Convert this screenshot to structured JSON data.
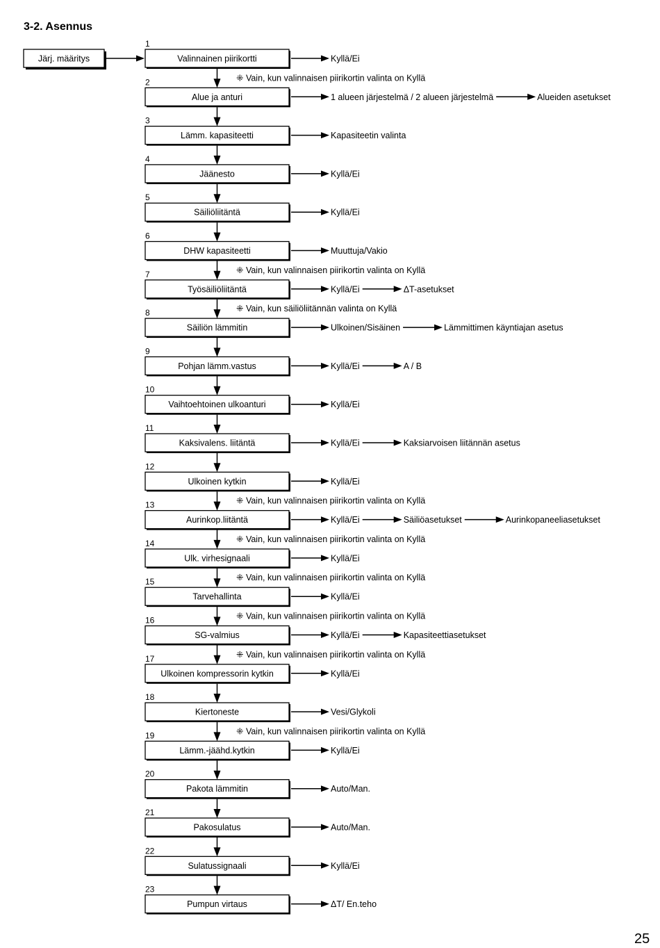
{
  "title": "3-2. Asennus",
  "page_number": "25",
  "start_box": "Järj. määritys",
  "steps": [
    {
      "num": "1",
      "label": "Valinnainen piirikortti",
      "note": "",
      "chain": [
        "Kyllä/Ei"
      ]
    },
    {
      "num": "2",
      "label": "Alue ja anturi",
      "note": "⁜ Vain, kun valinnaisen piirikortin valinta on Kyllä",
      "chain": [
        "1 alueen järjestelmä / 2 alueen järjestelmä",
        "Alueiden asetukset"
      ]
    },
    {
      "num": "3",
      "label": "Lämm. kapasiteetti",
      "note": "",
      "chain": [
        "Kapasiteetin valinta"
      ]
    },
    {
      "num": "4",
      "label": "Jäänesto",
      "note": "",
      "chain": [
        "Kyllä/Ei"
      ]
    },
    {
      "num": "5",
      "label": "Säiliöliitäntä",
      "note": "",
      "chain": [
        "Kyllä/Ei"
      ]
    },
    {
      "num": "6",
      "label": "DHW kapasiteetti",
      "note": "",
      "chain": [
        "Muuttuja/Vakio"
      ]
    },
    {
      "num": "7",
      "label": "Työsäiliöliitäntä",
      "note": "⁜ Vain, kun valinnaisen piirikortin valinta on Kyllä",
      "chain": [
        "Kyllä/Ei",
        "ΔT-asetukset"
      ]
    },
    {
      "num": "8",
      "label": "Säiliön lämmitin",
      "note": "⁜ Vain, kun säiliöliitännän valinta on Kyllä",
      "chain": [
        "Ulkoinen/Sisäinen",
        "Lämmittimen käyntiajan asetus"
      ]
    },
    {
      "num": "9",
      "label": "Pohjan lämm.vastus",
      "note": "",
      "chain": [
        "Kyllä/Ei",
        "A / B"
      ]
    },
    {
      "num": "10",
      "label": "Vaihtoehtoinen ulkoanturi",
      "note": "",
      "chain": [
        "Kyllä/Ei"
      ]
    },
    {
      "num": "11",
      "label": "Kaksivalens. liitäntä",
      "note": "",
      "chain": [
        "Kyllä/Ei",
        "Kaksiarvoisen liitännän asetus"
      ]
    },
    {
      "num": "12",
      "label": "Ulkoinen kytkin",
      "note": "",
      "chain": [
        "Kyllä/Ei"
      ]
    },
    {
      "num": "13",
      "label": "Aurinkop.liitäntä",
      "note": "⁜ Vain, kun valinnaisen piirikortin valinta on Kyllä",
      "chain": [
        "Kyllä/Ei",
        "Säiliöasetukset",
        "Aurinkopaneeliasetukset"
      ]
    },
    {
      "num": "14",
      "label": "Ulk. virhesignaali",
      "note": "⁜ Vain, kun valinnaisen piirikortin valinta on Kyllä",
      "chain": [
        "Kyllä/Ei"
      ]
    },
    {
      "num": "15",
      "label": "Tarvehallinta",
      "note": "⁜ Vain, kun valinnaisen piirikortin valinta on Kyllä",
      "chain": [
        "Kyllä/Ei"
      ]
    },
    {
      "num": "16",
      "label": "SG-valmius",
      "note": "⁜ Vain, kun valinnaisen piirikortin valinta on Kyllä",
      "chain": [
        "Kyllä/Ei",
        "Kapasiteettiasetukset"
      ]
    },
    {
      "num": "17",
      "label": "Ulkoinen kompressorin kytkin",
      "note": "⁜ Vain, kun valinnaisen piirikortin valinta on Kyllä",
      "chain": [
        "Kyllä/Ei"
      ]
    },
    {
      "num": "18",
      "label": "Kiertoneste",
      "note": "",
      "chain": [
        "Vesi/Glykoli"
      ]
    },
    {
      "num": "19",
      "label": "Lämm.-jäähd.kytkin",
      "note": "⁜ Vain, kun valinnaisen piirikortin valinta on Kyllä",
      "chain": [
        "Kyllä/Ei"
      ]
    },
    {
      "num": "20",
      "label": "Pakota lämmitin",
      "note": "",
      "chain": [
        "Auto/Man."
      ]
    },
    {
      "num": "21",
      "label": "Pakosulatus",
      "note": "",
      "chain": [
        "Auto/Man."
      ]
    },
    {
      "num": "22",
      "label": "Sulatussignaali",
      "note": "",
      "chain": [
        "Kyllä/Ei"
      ]
    },
    {
      "num": "23",
      "label": "Pumpun virtaus",
      "note": "",
      "chain": [
        "ΔT/ En.teho"
      ]
    }
  ]
}
